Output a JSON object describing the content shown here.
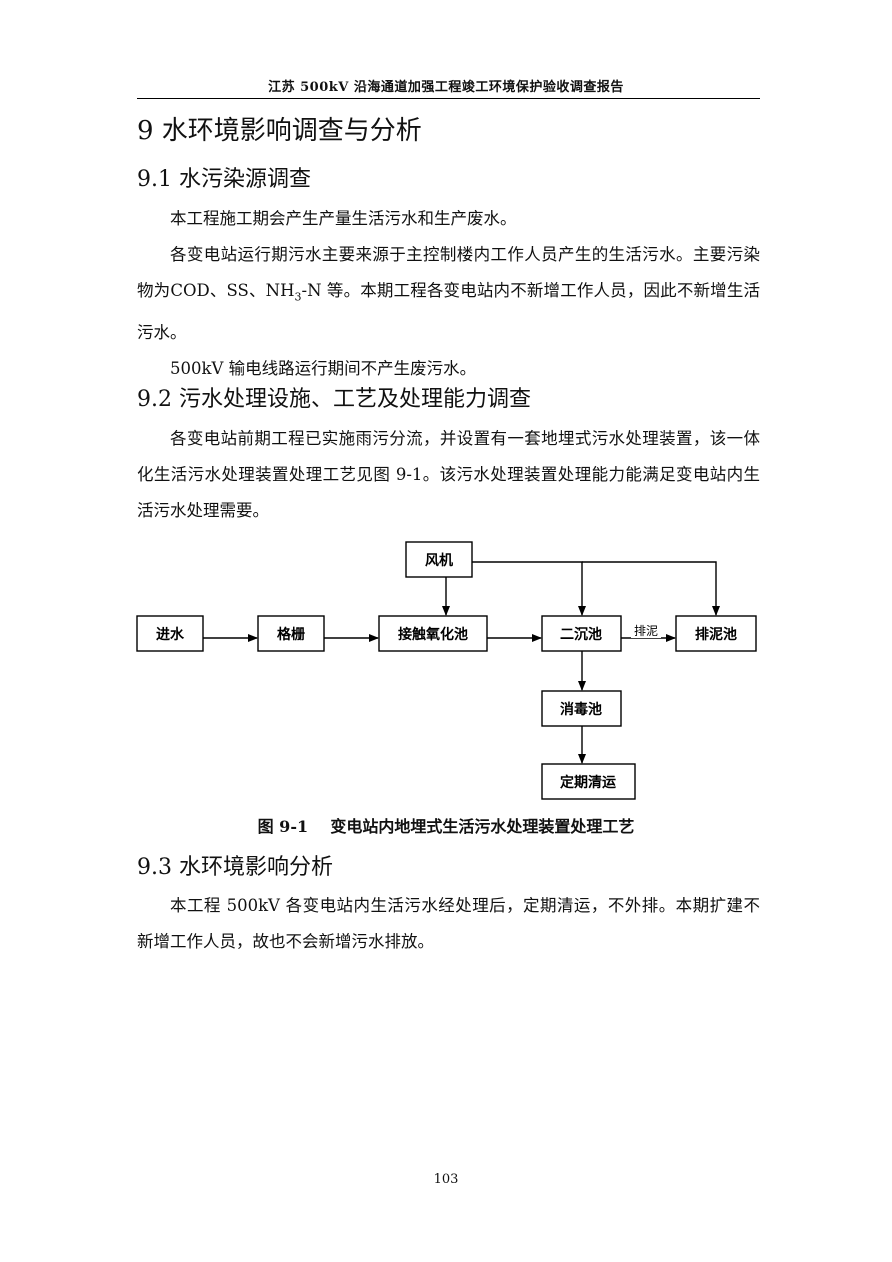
{
  "header": {
    "title": "江苏 500kV 沿海通道加强工程竣工环境保护验收调查报告"
  },
  "chapter": {
    "title": "9 水环境影响调查与分析"
  },
  "sections": [
    {
      "title": "9.1 水污染源调查",
      "paragraphs": [
        "本工程施工期会产生产量生活污水和生产废水。",
        "各变电站运行期污水主要来源于主控制楼内工作人员产生的生活污水。主要污染物为COD、SS、NH",
        "500kV 输电线路运行期间不产生废污水。"
      ],
      "p2_sub": "3",
      "p2_tail": "-N 等。本期工程各变电站内不新增工作人员，因此不新增生活污水。"
    },
    {
      "title": "9.2 污水处理设施、工艺及处理能力调查",
      "paragraphs": [
        "各变电站前期工程已实施雨污分流，并设置有一套地埋式污水处理装置，该一体化生活污水处理装置处理工艺见图 9-1。该污水处理装置处理能力能满足变电站内生活污水处理需要。"
      ]
    },
    {
      "title": "9.3 水环境影响分析",
      "paragraphs": [
        "本工程 500kV 各变电站内生活污水经处理后，定期清运，不外排。本期扩建不新增工作人员，故也不会新增污水排放。"
      ]
    }
  ],
  "diagram": {
    "nodes": {
      "fan": "风机",
      "inflow": "进水",
      "grille": "格栅",
      "contact": "接触氧化池",
      "secondary": "二沉池",
      "sludge": "排泥池",
      "disinfect": "消毒池",
      "transport": "定期清运"
    },
    "edge_label": "排泥"
  },
  "figure": {
    "caption": "图 9-1    变电站内地埋式生活污水处理装置处理工艺"
  },
  "footer": {
    "page_number": "103"
  }
}
